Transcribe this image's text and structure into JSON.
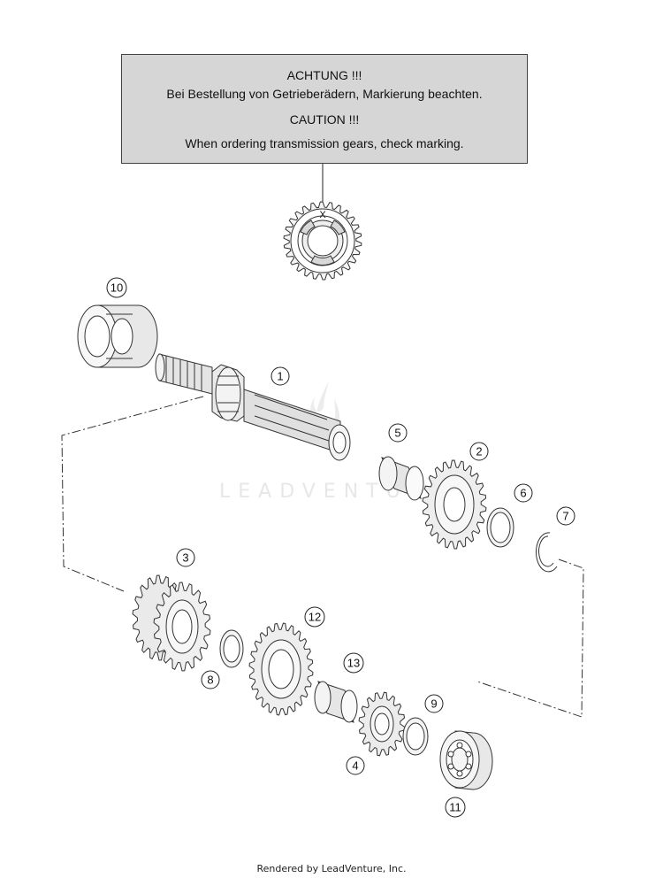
{
  "notice": {
    "line1": "ACHTUNG !!!",
    "line2": "Bei Bestellung von Getrieberädern, Markierung beachten.",
    "line3": "CAUTION !!!",
    "line4": "When ordering transmission gears, check marking."
  },
  "marking_label": "X",
  "watermark": "LEADVENTURE",
  "callouts": [
    "1",
    "2",
    "3",
    "4",
    "5",
    "6",
    "7",
    "8",
    "9",
    "10",
    "11",
    "12",
    "13"
  ],
  "footer": "Rendered by LeadVenture, Inc."
}
